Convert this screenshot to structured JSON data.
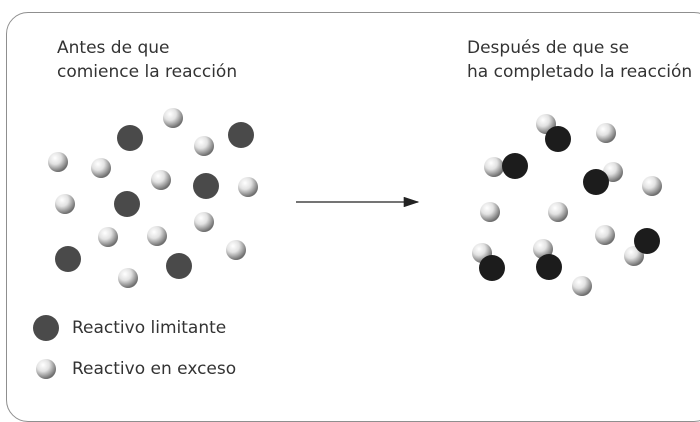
{
  "before_label_line1": "Antes de que",
  "before_label_line2": "comience la reacción",
  "after_label_line1": "Después de que se",
  "after_label_line2": "ha completado la reacción",
  "legend": {
    "limiting": "Reactivo limitante",
    "excess": "Reactivo en exceso"
  },
  "colors": {
    "limiting_before": "#4a4a4a",
    "limiting_after": "#1c1c1c",
    "excess_light": "#f2f2f2",
    "excess_dark": "#7a7a7a",
    "arrow": "#222222",
    "frame": "#8f8f8f"
  }
}
